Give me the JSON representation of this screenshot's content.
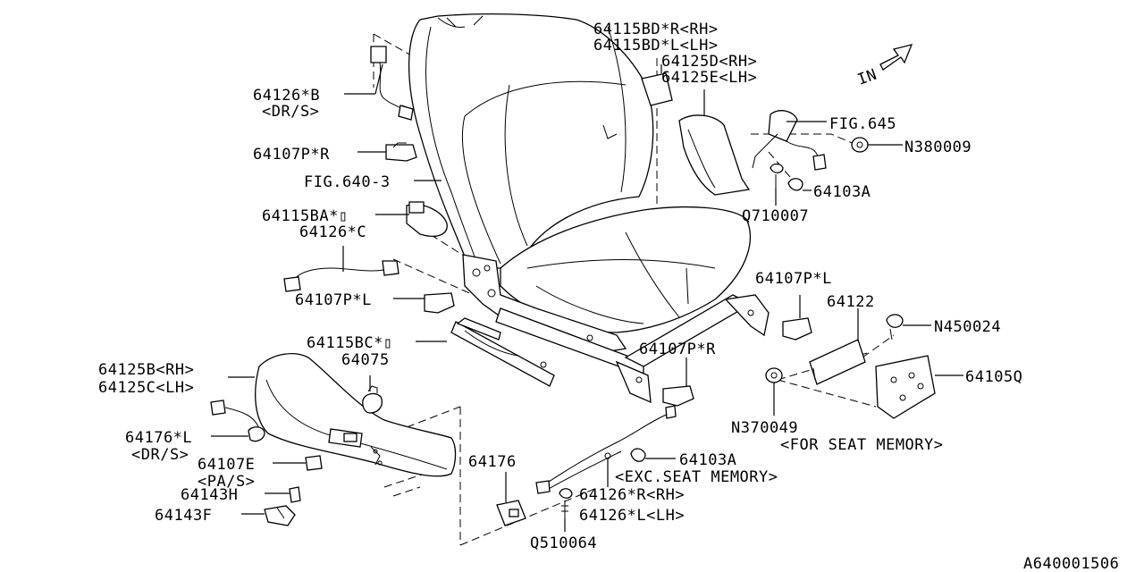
{
  "diagram": {
    "catalog_code": "A640001506",
    "direction_marker": "IN",
    "labels": {
      "l_64115BD_R": "64115BD*R<RH>",
      "l_64115BD_L": "64115BD*L<LH>",
      "l_64125D": "64125D<RH>",
      "l_64125E": "64125E<LH>",
      "l_64126B": "64126*B",
      "l_dr_s_1": "<DR/S>",
      "l_fig645": "FIG.645",
      "l_N380009": "N380009",
      "l_64107P_R_top": "64107P*R",
      "l_fig640": "FIG.640-3",
      "l_64103A_top": "64103A",
      "l_Q710007": "Q710007",
      "l_64115BA": "64115BA*▯",
      "l_64126C": "64126*C",
      "l_64107P_L_right": "64107P*L",
      "l_64107P_L_left": "64107P*L",
      "l_64122": "64122",
      "l_N450024": "N450024",
      "l_64115BC": "64115BC*▯",
      "l_64075": "64075",
      "l_64107P_R_mid": "64107P*R",
      "l_64125B": "64125B<RH>",
      "l_64125C": "64125C<LH>",
      "l_64105Q": "64105Q",
      "l_N370049": "N370049",
      "l_for_seat_memory": "<FOR SEAT MEMORY>",
      "l_64176L": "64176*L",
      "l_dr_s_2": "<DR/S>",
      "l_64107E": "64107E",
      "l_pa_s": "<PA/S>",
      "l_64176": "64176",
      "l_64103A_bot": "64103A",
      "l_exc_seat_memory": "<EXC.SEAT MEMORY>",
      "l_64143H": "64143H",
      "l_64126R": "64126*R<RH>",
      "l_64126L": "64126*L<LH>",
      "l_64143F": "64143F",
      "l_Q510064": "Q510064"
    }
  }
}
